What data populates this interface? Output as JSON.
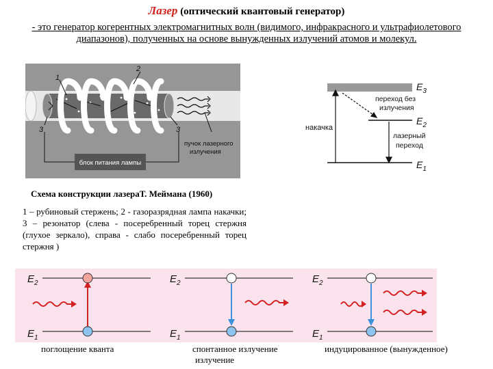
{
  "title": {
    "prefix": "Лазер",
    "suffix": "(оптический квантовый генератор)"
  },
  "subtitle": "- это генератор когерентных электромагнитных волн (видимого, инфракрасного и ультрафиолетового диапазонов), полученных на основе вынужденных излучений атомов и молекул.",
  "scheme": {
    "caption": "Схема конструкции лазераТ. Меймана (1960)",
    "label_1": "1",
    "label_2": "2",
    "label_3": "3",
    "beam_label_1": "пучок лазерного",
    "beam_label_2": "излучения",
    "power_label": "блок питания лампы"
  },
  "legend_text": "1 – рубиновый стержень; 2 - газоразрядная лампа накачки; 3 – резонатор (слева - посеребренный торец стержня (глухое зеркало), справа - слабо посеребренный торец стержня )",
  "levels": {
    "e3": "E",
    "e3_sub": "3",
    "e2": "E",
    "e2_sub": "2",
    "e1": "E",
    "e1_sub": "1",
    "pump": "накачка",
    "nonrad_1": "переход без",
    "nonrad_2": "излучения",
    "laser_1": "лазерный",
    "laser_2": "переход"
  },
  "transitions": {
    "e2": "E",
    "e2_sub": "2",
    "e1": "E",
    "e1_sub": "1",
    "absorption": "поглощение кванта",
    "spontaneous_1": "спонтанное излучение",
    "spontaneous_2": "излучение",
    "stimulated": "индуцированное (вынужденное)"
  },
  "colors": {
    "title_red": "#d4201a",
    "panel_pink": "#fbe3ee",
    "red": "#d42020",
    "blue": "#3d8fe0",
    "node_red": "#f5a59b",
    "node_blue": "#8ec5f0"
  }
}
